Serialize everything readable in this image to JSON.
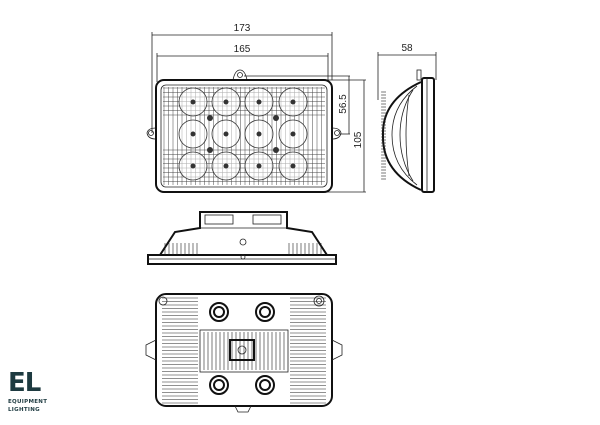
{
  "drawing": {
    "dimensions": {
      "overall_width": "173",
      "lens_width": "165",
      "mount_hole_offset": "56.5",
      "overall_height": "105",
      "depth": "58"
    },
    "views": [
      "front",
      "side",
      "top",
      "back"
    ]
  },
  "logo": {
    "mark": "EL",
    "line1": "EQUIPMENT",
    "line2": "LIGHTING",
    "color": "#1d3a40"
  }
}
